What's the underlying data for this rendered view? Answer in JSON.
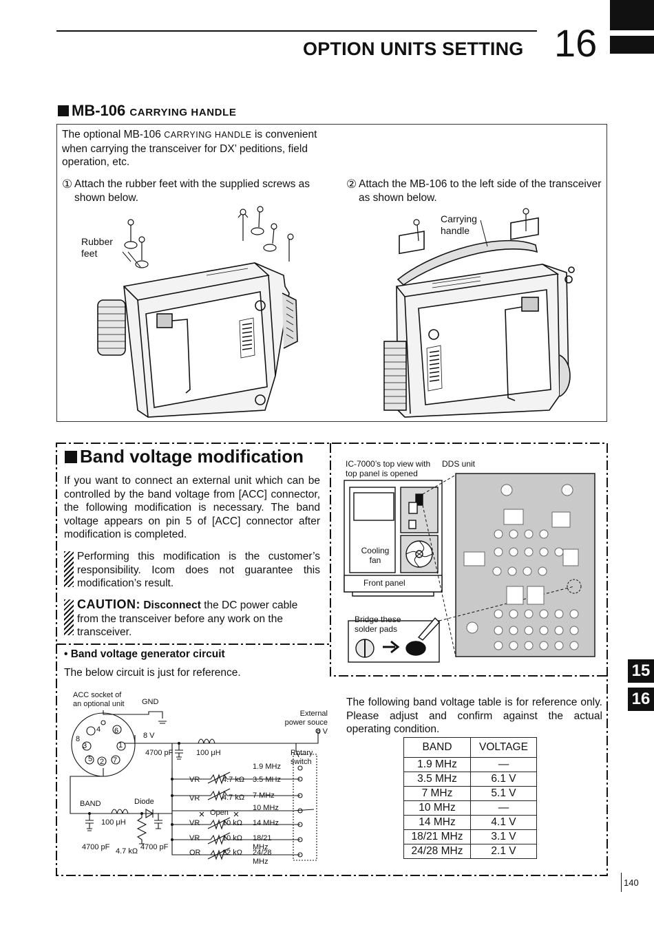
{
  "header": {
    "title": "OPTION UNITS SETTING",
    "chapter_number": "16"
  },
  "section1": {
    "title_main": "MB-106",
    "title_sub": "carrying handle",
    "intro_a": "The optional MB-106",
    "intro_sc": "carrying handle",
    "intro_b": "is convenient when carrying the transceiver for DX’ peditions, field operation, etc.",
    "step1_num": "①",
    "step1_text": "Attach the rubber feet with the supplied screws as shown below.",
    "step2_num": "②",
    "step2_text": "Attach the MB-106 to the left side of the transceiver as shown below.",
    "label_rubber_feet": "Rubber feet",
    "label_carrying_handle": "Carrying handle"
  },
  "section2": {
    "title": "Band voltage modification",
    "para": "If you want to connect an external unit which can be controlled by the band voltage from [ACC] connector, the following modification is necessary. The band voltage appears on pin 5 of [ACC] connector after modification is completed.",
    "note": "Performing this modification is the customer’s responsibility. Icom does not guarantee this modification’s result.",
    "caution_head": "CAUTION:",
    "caution_bold": "Disconnect",
    "caution_rest": "the DC power cable from the transceiver before any work on the transceiver.",
    "sub_heading": "• Band voltage generator circuit",
    "sub_text": "The below circuit is just for reference.",
    "diagram": {
      "topview_label": "IC-7000’s top view with top panel is opened",
      "dds_label": "DDS unit",
      "cooling_fan": "Cooling fan",
      "front_panel": "Front panel",
      "bridge_label": "Bridge these solder pads"
    },
    "circuit": {
      "acc_label": "ACC socket of an optional unit",
      "gnd": "GND",
      "v8": "8 V",
      "ext_power": "External power souce 8 V",
      "cap1": "4700 pF",
      "ind1": "100 μH",
      "rotary": "Rotary switch",
      "band": "BAND",
      "diode": "Diode",
      "ind2": "100 μH",
      "cap2": "4700 pF",
      "cap3": "4700 pF",
      "res1": "4.7 kΩ",
      "open": "Open",
      "rows": [
        {
          "ctrl": "",
          "res": "",
          "freq": "1.9 MHz"
        },
        {
          "ctrl": "VR",
          "res": "4.7 kΩ",
          "freq": "3.5 MHz"
        },
        {
          "ctrl": "VR",
          "res": "4.7 kΩ",
          "freq": "7 MHz"
        },
        {
          "ctrl": "",
          "res": "",
          "freq": "10 MHz"
        },
        {
          "ctrl": "VR",
          "res": "10 kΩ",
          "freq": "14 MHz"
        },
        {
          "ctrl": "VR",
          "res": "10 kΩ",
          "freq": "18/21 MHz"
        },
        {
          "ctrl": "OR",
          "res": "22 kΩ",
          "freq": "24/28 MHz"
        }
      ],
      "pins": [
        "1",
        "2",
        "3",
        "4",
        "5",
        "6",
        "7",
        "8"
      ]
    },
    "table_intro": "The following band voltage table is for reference only. Please adjust and confirm against the actual operating condition.",
    "table": {
      "headers": [
        "BAND",
        "VOLTAGE"
      ],
      "rows": [
        [
          "1.9 MHz",
          "—"
        ],
        [
          "3.5 MHz",
          "6.1 V"
        ],
        [
          "7 MHz",
          "5.1 V"
        ],
        [
          "10 MHz",
          "—"
        ],
        [
          "14 MHz",
          "4.1 V"
        ],
        [
          "18/21 MHz",
          "3.1 V"
        ],
        [
          "24/28 MHz",
          "2.1 V"
        ]
      ]
    }
  },
  "side_tabs": [
    "15",
    "16"
  ],
  "page_number": "140"
}
